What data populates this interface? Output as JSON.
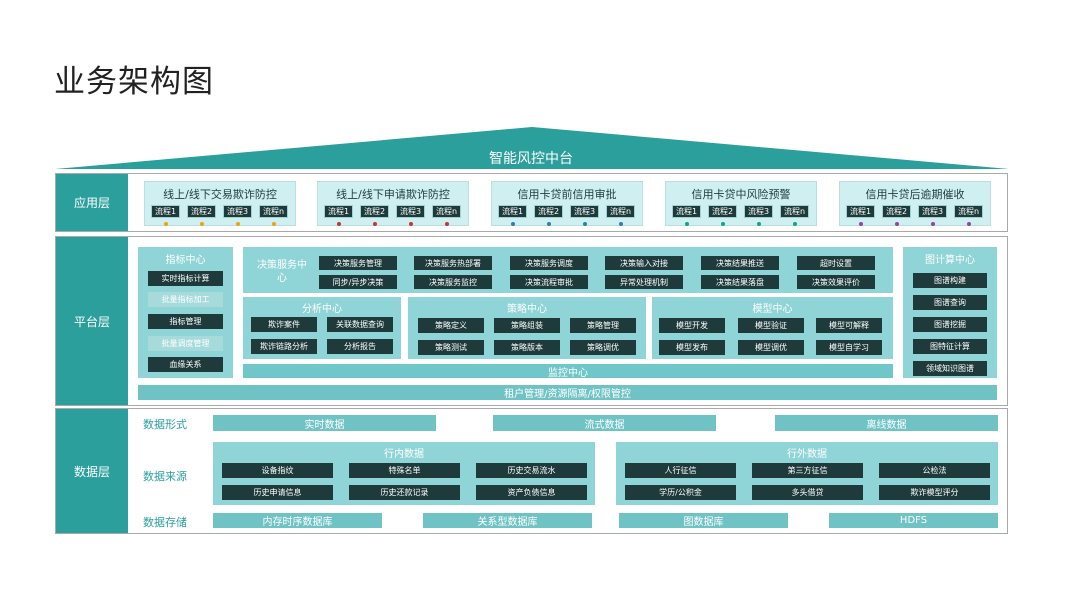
{
  "page_title": "业务架构图",
  "roof_title": "智能风控中台",
  "colors": {
    "teal": "#2a9f9c",
    "dark": "#1e3a3a",
    "light": "#8fd4d6",
    "bar": "#6fc7c9"
  },
  "app_layer": {
    "label": "应用层",
    "boxes": [
      {
        "title": "线上/线下交易欺诈防控",
        "steps": [
          "流程1",
          "流程2",
          "流程3",
          "流程n"
        ]
      },
      {
        "title": "线上/线下申请欺诈防控",
        "steps": [
          "流程1",
          "流程2",
          "流程3",
          "流程n"
        ]
      },
      {
        "title": "信用卡贷前信用审批",
        "steps": [
          "流程1",
          "流程2",
          "流程3",
          "流程n"
        ]
      },
      {
        "title": "信用卡贷中风险预警",
        "steps": [
          "流程1",
          "流程2",
          "流程3",
          "流程n"
        ]
      },
      {
        "title": "信用卡贷后逾期催收",
        "steps": [
          "流程1",
          "流程2",
          "流程3",
          "流程n"
        ]
      }
    ]
  },
  "platform_layer": {
    "label": "平台层",
    "indicator_center": {
      "title": "指标中心",
      "items": [
        "实时指标计算",
        "批量指标加工",
        "指标管理",
        "批量调度管理",
        "血缘关系"
      ]
    },
    "decision_service": {
      "title": "决策服务中心",
      "items": [
        "决策服务管理",
        "决策服务热部署",
        "决策服务调度",
        "决策输入对接",
        "决策结果推送",
        "超时设置",
        "同步/异步决策",
        "决策服务监控",
        "决策流程审批",
        "异常处理机制",
        "决策结果落盘",
        "决策效果评价"
      ]
    },
    "analysis_center": {
      "title": "分析中心",
      "items": [
        "欺诈案件",
        "关联数据查询",
        "欺诈链路分析",
        "分析报告"
      ]
    },
    "strategy_center": {
      "title": "策略中心",
      "items": [
        "策略定义",
        "策略组装",
        "策略管理",
        "策略测试",
        "策略版本",
        "策略调优"
      ]
    },
    "model_center": {
      "title": "模型中心",
      "items": [
        "模型开发",
        "模型验证",
        "模型可解释",
        "模型发布",
        "模型调优",
        "模型自学习"
      ]
    },
    "graph_center": {
      "title": "图计算中心",
      "items": [
        "图谱构建",
        "图谱查询",
        "图谱挖掘",
        "图特征计算",
        "领域知识图谱"
      ]
    },
    "monitor_center": "监控中心",
    "tenant_bar": "租户管理/资源隔离/权限管控"
  },
  "data_layer": {
    "label": "数据层",
    "form_label": "数据形式",
    "forms": [
      "实时数据",
      "流式数据",
      "离线数据"
    ],
    "source_label": "数据来源",
    "internal": {
      "title": "行内数据",
      "items": [
        "设备指纹",
        "特殊名单",
        "历史交易流水",
        "历史申请信息",
        "历史还款记录",
        "资产负债信息"
      ]
    },
    "external": {
      "title": "行外数据",
      "items": [
        "人行征信",
        "第三方征信",
        "公检法",
        "学历/公积金",
        "多头借贷",
        "欺诈模型评分"
      ]
    },
    "storage_label": "数据存储",
    "storages": [
      "内存时序数据库",
      "关系型数据库",
      "图数据库",
      "HDFS"
    ]
  }
}
